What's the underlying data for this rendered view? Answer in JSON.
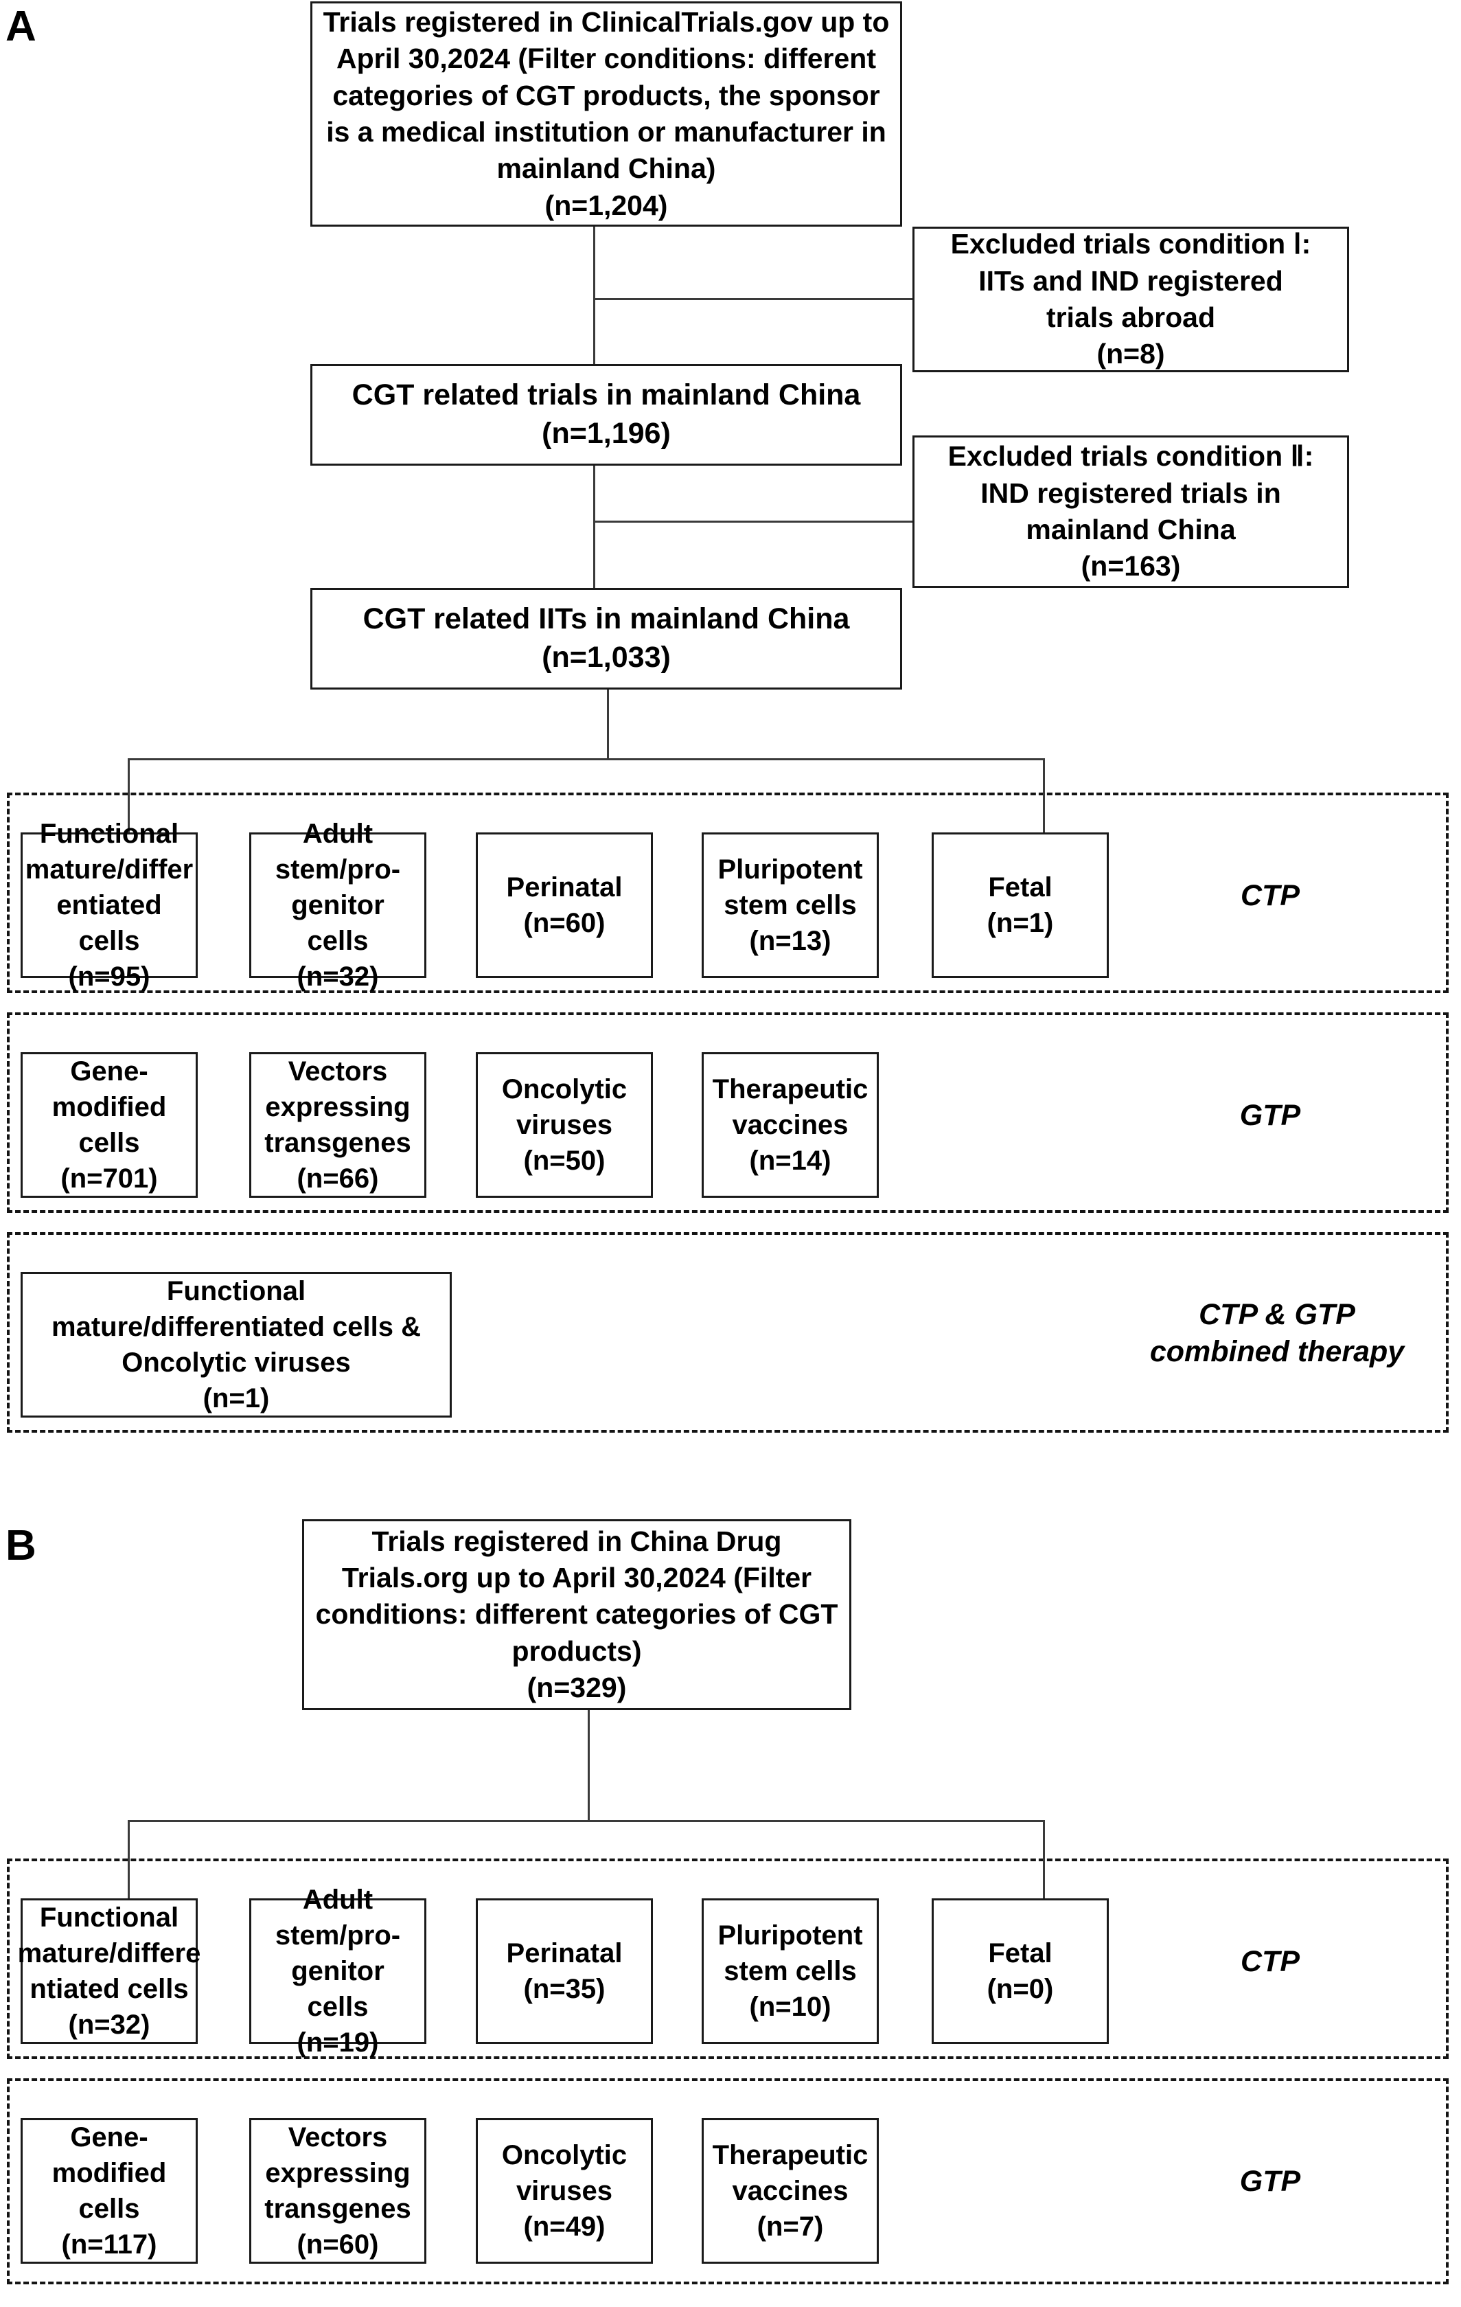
{
  "figure": {
    "panels": [
      {
        "id": "A",
        "label": "A",
        "source_box": {
          "text": "Trials registered in ClinicalTrials.gov up to April 30,2024 (Filter conditions: different categories of CGT products, the sponsor is a medical institution or manufacturer in mainland China)\n(n=1,204)",
          "n": 1204
        },
        "excluded": [
          {
            "text": "Excluded trials condition Ⅰ:\nIITs and IND registered\ntrials abroad\n(n=8)",
            "n": 8
          },
          {
            "text": "Excluded trials condition Ⅱ:\nIND registered trials in\nmainland China\n(n=163)",
            "n": 163
          }
        ],
        "intermediate": [
          {
            "text": "CGT related trials in mainland China\n(n=1,196)",
            "n": 1196
          },
          {
            "text": "CGT related IITs in mainland China\n(n=1,033)",
            "n": 1033
          }
        ],
        "groups": [
          {
            "label": "CTP",
            "items": [
              {
                "text": "Functional\nmature/differ\nentiated cells\n(n=95)",
                "n": 95
              },
              {
                "text": "Adult\nstem/pro-\ngenitor cells\n(n=32)",
                "n": 32
              },
              {
                "text": "Perinatal\n(n=60)",
                "n": 60
              },
              {
                "text": "Pluripotent\nstem cells\n(n=13)",
                "n": 13
              },
              {
                "text": "Fetal\n(n=1)",
                "n": 1
              }
            ]
          },
          {
            "label": "GTP",
            "items": [
              {
                "text": "Gene-\nmodified cells\n(n=701)",
                "n": 701
              },
              {
                "text": "Vectors\nexpressing\ntransgenes\n(n=66)",
                "n": 66
              },
              {
                "text": "Oncolytic\nviruses\n(n=50)",
                "n": 50
              },
              {
                "text": "Therapeutic\nvaccines\n(n=14)",
                "n": 14
              }
            ]
          },
          {
            "label": "CTP & GTP\ncombined therapy",
            "items": [
              {
                "text": "Functional\nmature/differentiated cells &\nOncolytic viruses\n(n=1)",
                "n": 1
              }
            ]
          }
        ]
      },
      {
        "id": "B",
        "label": "B",
        "source_box": {
          "text": "Trials registered in China Drug Trials.org up to April 30,2024 (Filter conditions: different categories of CGT products)\n(n=329)",
          "n": 329
        },
        "groups": [
          {
            "label": "CTP",
            "items": [
              {
                "text": "Functional\nmature/differe\nntiated cells\n(n=32)",
                "n": 32
              },
              {
                "text": "Adult\nstem/pro-\ngenitor cells\n(n=19)",
                "n": 19
              },
              {
                "text": "Perinatal\n(n=35)",
                "n": 35
              },
              {
                "text": "Pluripotent\nstem cells\n(n=10)",
                "n": 10
              },
              {
                "text": "Fetal\n(n=0)",
                "n": 0
              }
            ]
          },
          {
            "label": "GTP",
            "items": [
              {
                "text": "Gene-\nmodified cells\n(n=117)",
                "n": 117
              },
              {
                "text": "Vectors\nexpressing\ntransgenes\n(n=60)",
                "n": 60
              },
              {
                "text": "Oncolytic\nviruses\n(n=49)",
                "n": 49
              },
              {
                "text": "Therapeutic\nvaccines\n(n=7)",
                "n": 7
              }
            ]
          }
        ]
      }
    ]
  },
  "colors": {
    "box_border": "#1a1a1a",
    "connector": "#3a3a3a",
    "group_border": "#141414",
    "background": "#ffffff",
    "text": "#000000"
  }
}
